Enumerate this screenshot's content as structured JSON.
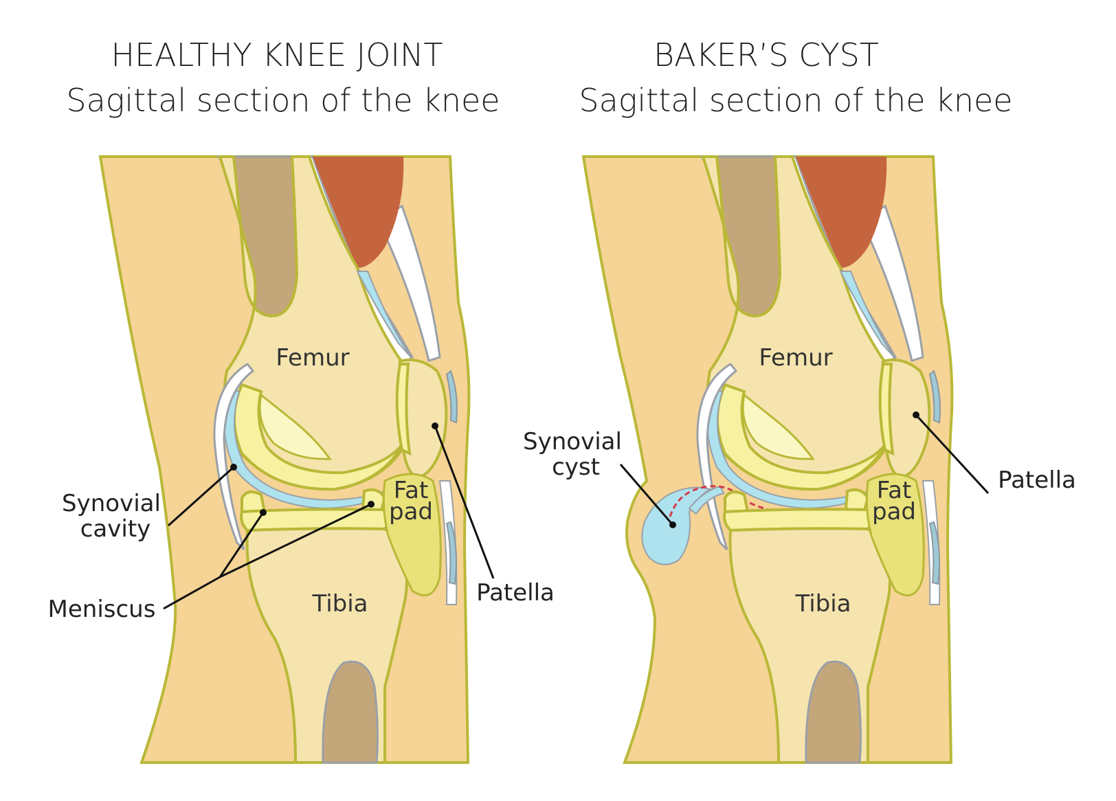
{
  "panels": {
    "healthy": {
      "title": "HEALTHY KNEE JOINT",
      "subtitle": "Sagittal section of the knee",
      "labels": {
        "femur": "Femur",
        "tibia": "Tibia",
        "fat_pad_line1": "Fat",
        "fat_pad_line2": "pad",
        "synovial_cavity_line1": "Synovial",
        "synovial_cavity_line2": "cavity",
        "meniscus": "Meniscus",
        "patella": "Patella"
      }
    },
    "bakers_cyst": {
      "title": "BAKER’S CYST",
      "subtitle": "Sagittal section of the knee",
      "labels": {
        "femur": "Femur",
        "tibia": "Tibia",
        "fat_pad_line1": "Fat",
        "fat_pad_line2": "pad",
        "synovial_cyst_line1": "Synovial",
        "synovial_cyst_line2": "cyst",
        "patella": "Patella"
      }
    }
  },
  "colors": {
    "skin": "#f5d496",
    "outline": "#b9b838",
    "bone": "#f5e4ae",
    "cartilage": "#f7f2a2",
    "synovial_fluid": "#aee2ee",
    "marrow": "#c4a67b",
    "muscle": "#c5653f",
    "fat_pad": "#e9e27a",
    "inflamed_channel": "#d23b4a"
  }
}
